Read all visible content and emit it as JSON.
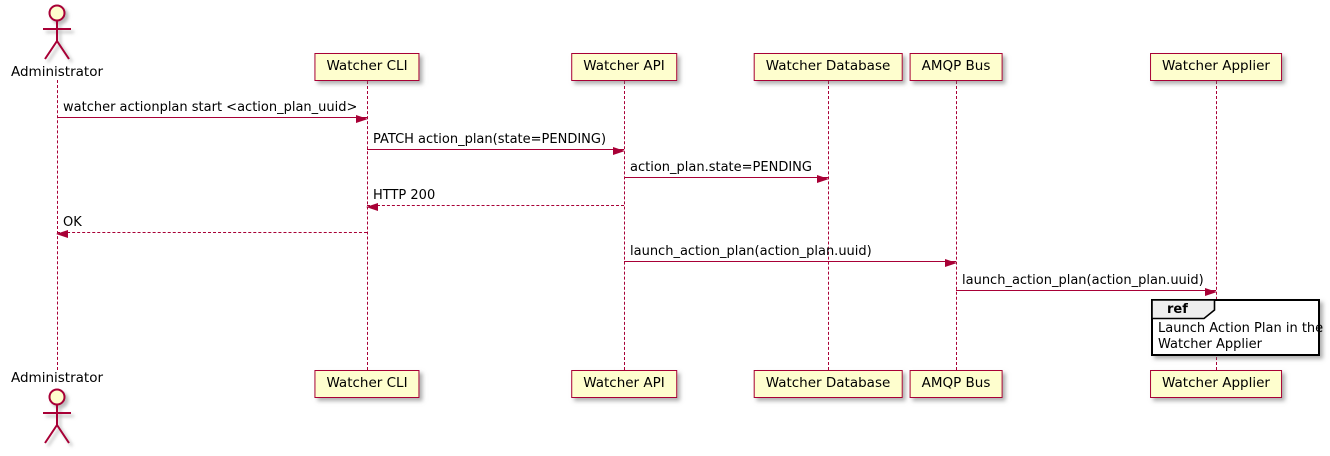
{
  "diagram": {
    "type": "plantuml-sequence",
    "participants": [
      {
        "name": "Administrator",
        "kind": "actor"
      },
      {
        "name": "Watcher CLI",
        "kind": "participant"
      },
      {
        "name": "Watcher API",
        "kind": "participant"
      },
      {
        "name": "Watcher Database",
        "kind": "participant"
      },
      {
        "name": "AMQP Bus",
        "kind": "participant"
      },
      {
        "name": "Watcher Applier",
        "kind": "participant"
      }
    ],
    "messages": [
      {
        "from": "Administrator",
        "to": "Watcher CLI",
        "text": "watcher actionplan start <action_plan_uuid>",
        "style": "solid"
      },
      {
        "from": "Watcher CLI",
        "to": "Watcher API",
        "text": "PATCH action_plan(state=PENDING)",
        "style": "solid"
      },
      {
        "from": "Watcher API",
        "to": "Watcher Database",
        "text": "action_plan.state=PENDING",
        "style": "solid"
      },
      {
        "from": "Watcher API",
        "to": "Watcher CLI",
        "text": "HTTP 200",
        "style": "dashed"
      },
      {
        "from": "Watcher CLI",
        "to": "Administrator",
        "text": "OK",
        "style": "dashed"
      },
      {
        "from": "Watcher API",
        "to": "AMQP Bus",
        "text": "launch_action_plan(action_plan.uuid)",
        "style": "solid"
      },
      {
        "from": "AMQP Bus",
        "to": "Watcher Applier",
        "text": "launch_action_plan(action_plan.uuid)",
        "style": "solid"
      }
    ],
    "ref": {
      "keyword": "ref",
      "over": "Watcher Applier",
      "lines": [
        "Launch Action Plan in the",
        "Watcher Applier"
      ]
    },
    "colors": {
      "participant_fill": "#FEFECE",
      "line": "#A80036",
      "ref_header_fill": "#EEEEEE",
      "ref_border": "#000000",
      "background": "#FFFFFF"
    }
  }
}
